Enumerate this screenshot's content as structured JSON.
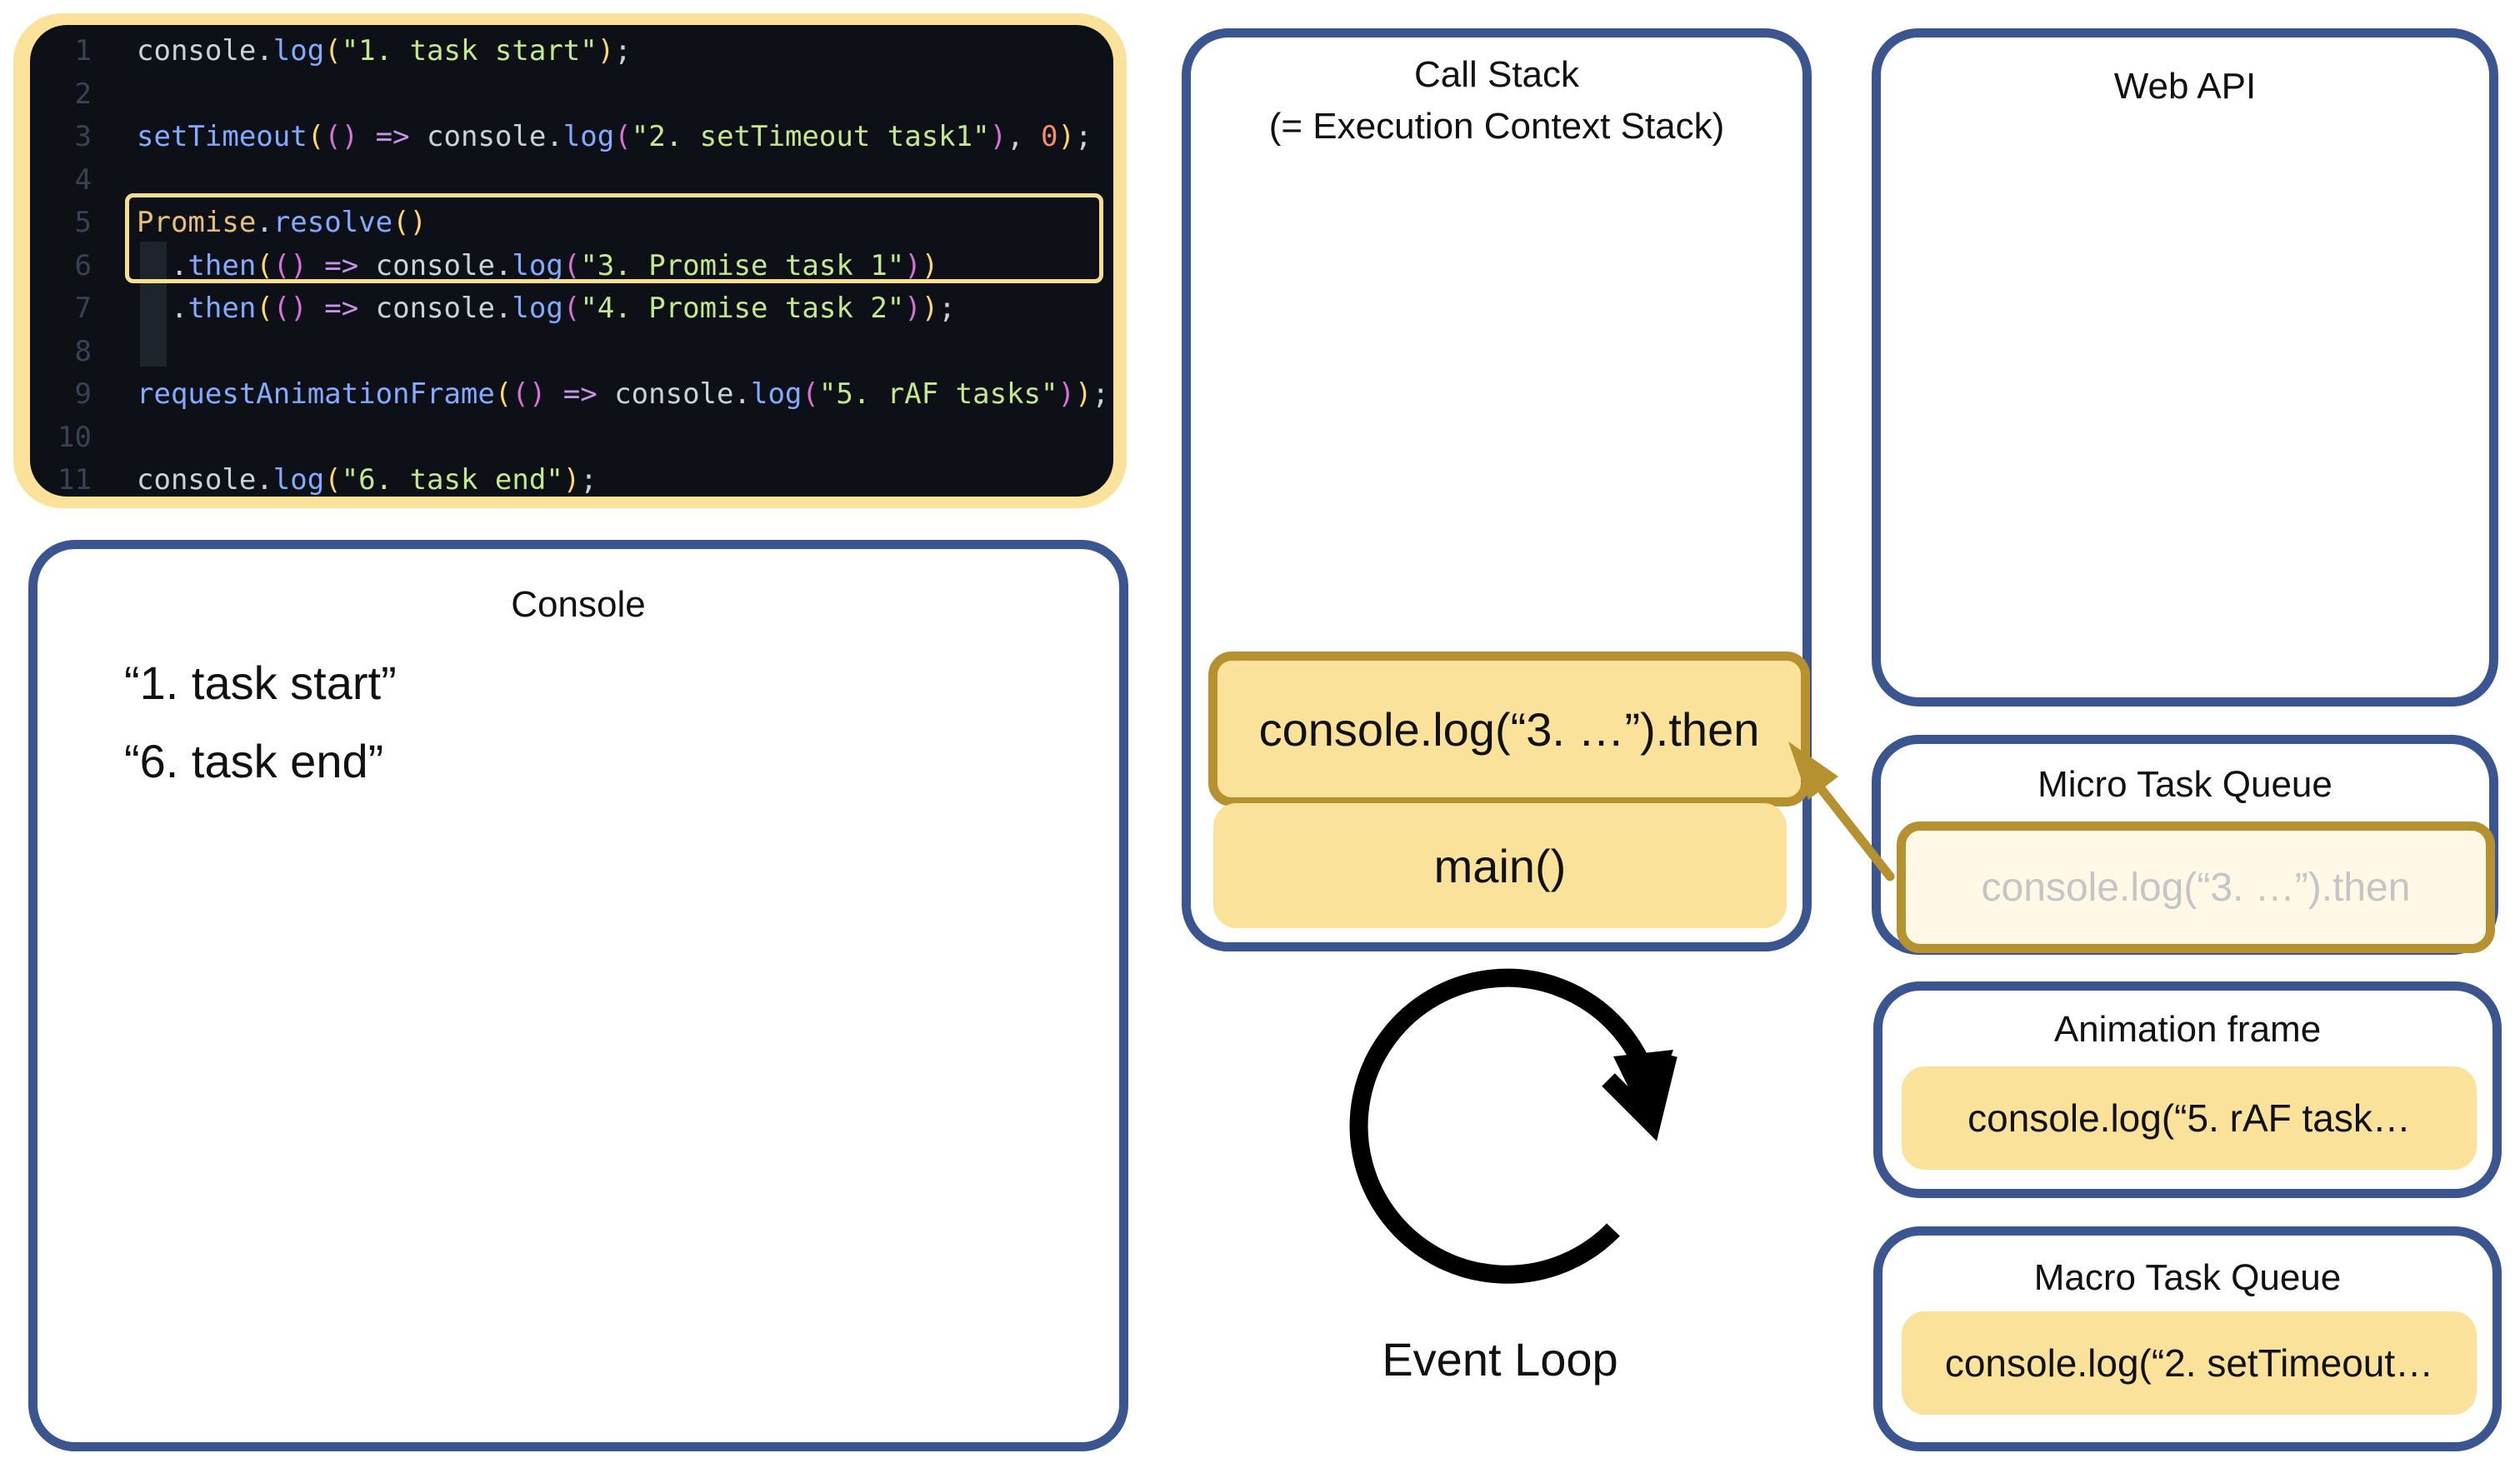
{
  "code": {
    "lines": [
      {
        "num": "1",
        "tokens": [
          {
            "t": "console",
            "c": "v"
          },
          {
            "t": ".",
            "c": "v"
          },
          {
            "t": "log",
            "c": "f"
          },
          {
            "t": "(",
            "c": "b1"
          },
          {
            "t": "\"1. task start\"",
            "c": "s"
          },
          {
            "t": ")",
            "c": "b1"
          },
          {
            "t": ";",
            "c": "v"
          }
        ]
      },
      {
        "num": "2",
        "tokens": []
      },
      {
        "num": "3",
        "tokens": [
          {
            "t": "setTimeout",
            "c": "f"
          },
          {
            "t": "(",
            "c": "b1"
          },
          {
            "t": "()",
            "c": "b2"
          },
          {
            "t": " => ",
            "c": "o"
          },
          {
            "t": "console",
            "c": "v"
          },
          {
            "t": ".",
            "c": "v"
          },
          {
            "t": "log",
            "c": "f"
          },
          {
            "t": "(",
            "c": "b2"
          },
          {
            "t": "\"2. setTimeout task1\"",
            "c": "s"
          },
          {
            "t": ")",
            "c": "b2"
          },
          {
            "t": ", ",
            "c": "v"
          },
          {
            "t": "0",
            "c": "n"
          },
          {
            "t": ")",
            "c": "b1"
          },
          {
            "t": ";",
            "c": "v"
          }
        ]
      },
      {
        "num": "4",
        "tokens": []
      },
      {
        "num": "5",
        "tokens": [
          {
            "t": "Promise",
            "c": "p"
          },
          {
            "t": ".",
            "c": "v"
          },
          {
            "t": "resolve",
            "c": "f"
          },
          {
            "t": "()",
            "c": "b1"
          }
        ]
      },
      {
        "num": "6",
        "tokens": [
          {
            "t": "  .",
            "c": "v"
          },
          {
            "t": "then",
            "c": "f"
          },
          {
            "t": "(",
            "c": "b1"
          },
          {
            "t": "()",
            "c": "b2"
          },
          {
            "t": " => ",
            "c": "o"
          },
          {
            "t": "console",
            "c": "v"
          },
          {
            "t": ".",
            "c": "v"
          },
          {
            "t": "log",
            "c": "f"
          },
          {
            "t": "(",
            "c": "b2"
          },
          {
            "t": "\"3. Promise task 1\"",
            "c": "s"
          },
          {
            "t": ")",
            "c": "b2"
          },
          {
            "t": ")",
            "c": "b1"
          }
        ]
      },
      {
        "num": "7",
        "tokens": [
          {
            "t": "  .",
            "c": "v"
          },
          {
            "t": "then",
            "c": "f"
          },
          {
            "t": "(",
            "c": "b1"
          },
          {
            "t": "()",
            "c": "b2"
          },
          {
            "t": " => ",
            "c": "o"
          },
          {
            "t": "console",
            "c": "v"
          },
          {
            "t": ".",
            "c": "v"
          },
          {
            "t": "log",
            "c": "f"
          },
          {
            "t": "(",
            "c": "b2"
          },
          {
            "t": "\"4. Promise task 2\"",
            "c": "s"
          },
          {
            "t": ")",
            "c": "b2"
          },
          {
            "t": ")",
            "c": "b1"
          },
          {
            "t": ";",
            "c": "v"
          }
        ]
      },
      {
        "num": "8",
        "tokens": []
      },
      {
        "num": "9",
        "tokens": [
          {
            "t": "requestAnimationFrame",
            "c": "f"
          },
          {
            "t": "(",
            "c": "b1"
          },
          {
            "t": "()",
            "c": "b2"
          },
          {
            "t": " => ",
            "c": "o"
          },
          {
            "t": "console",
            "c": "v"
          },
          {
            "t": ".",
            "c": "v"
          },
          {
            "t": "log",
            "c": "f"
          },
          {
            "t": "(",
            "c": "b2"
          },
          {
            "t": "\"5. rAF tasks\"",
            "c": "s"
          },
          {
            "t": ")",
            "c": "b2"
          },
          {
            "t": ")",
            "c": "b1"
          },
          {
            "t": ";",
            "c": "v"
          }
        ]
      },
      {
        "num": "10",
        "tokens": []
      },
      {
        "num": "11",
        "tokens": [
          {
            "t": "console",
            "c": "v"
          },
          {
            "t": ".",
            "c": "v"
          },
          {
            "t": "log",
            "c": "f"
          },
          {
            "t": "(",
            "c": "b1"
          },
          {
            "t": "\"6. task end\"",
            "c": "s"
          },
          {
            "t": ")",
            "c": "b1"
          },
          {
            "t": ";",
            "c": "v"
          }
        ]
      }
    ]
  },
  "console": {
    "title": "Console",
    "output": [
      "“1. task start”",
      "“6. task end”"
    ]
  },
  "call_stack": {
    "title_line1": "Call Stack",
    "title_line2": "(= Execution Context Stack)",
    "frames": [
      "console.log(“3. …”).then",
      "main()"
    ]
  },
  "web_api": {
    "title": "Web API"
  },
  "micro_task_queue": {
    "title": "Micro Task Queue",
    "items": [
      "console.log(“3. …”).then"
    ]
  },
  "animation_frame": {
    "title": "Animation frame",
    "items": [
      "console.log(“5. rAF task…"
    ]
  },
  "macro_task_queue": {
    "title": "Macro Task Queue",
    "items": [
      "console.log(“2. setTimeout…"
    ]
  },
  "event_loop": {
    "label": "Event Loop",
    "icon": "circular-arrow-icon"
  },
  "colors": {
    "panel_border": "#3a5590",
    "task_fill": "#fbe29a",
    "task_border": "#b5912f",
    "code_background": "#0d1117",
    "code_frame": "#fbe29a"
  }
}
